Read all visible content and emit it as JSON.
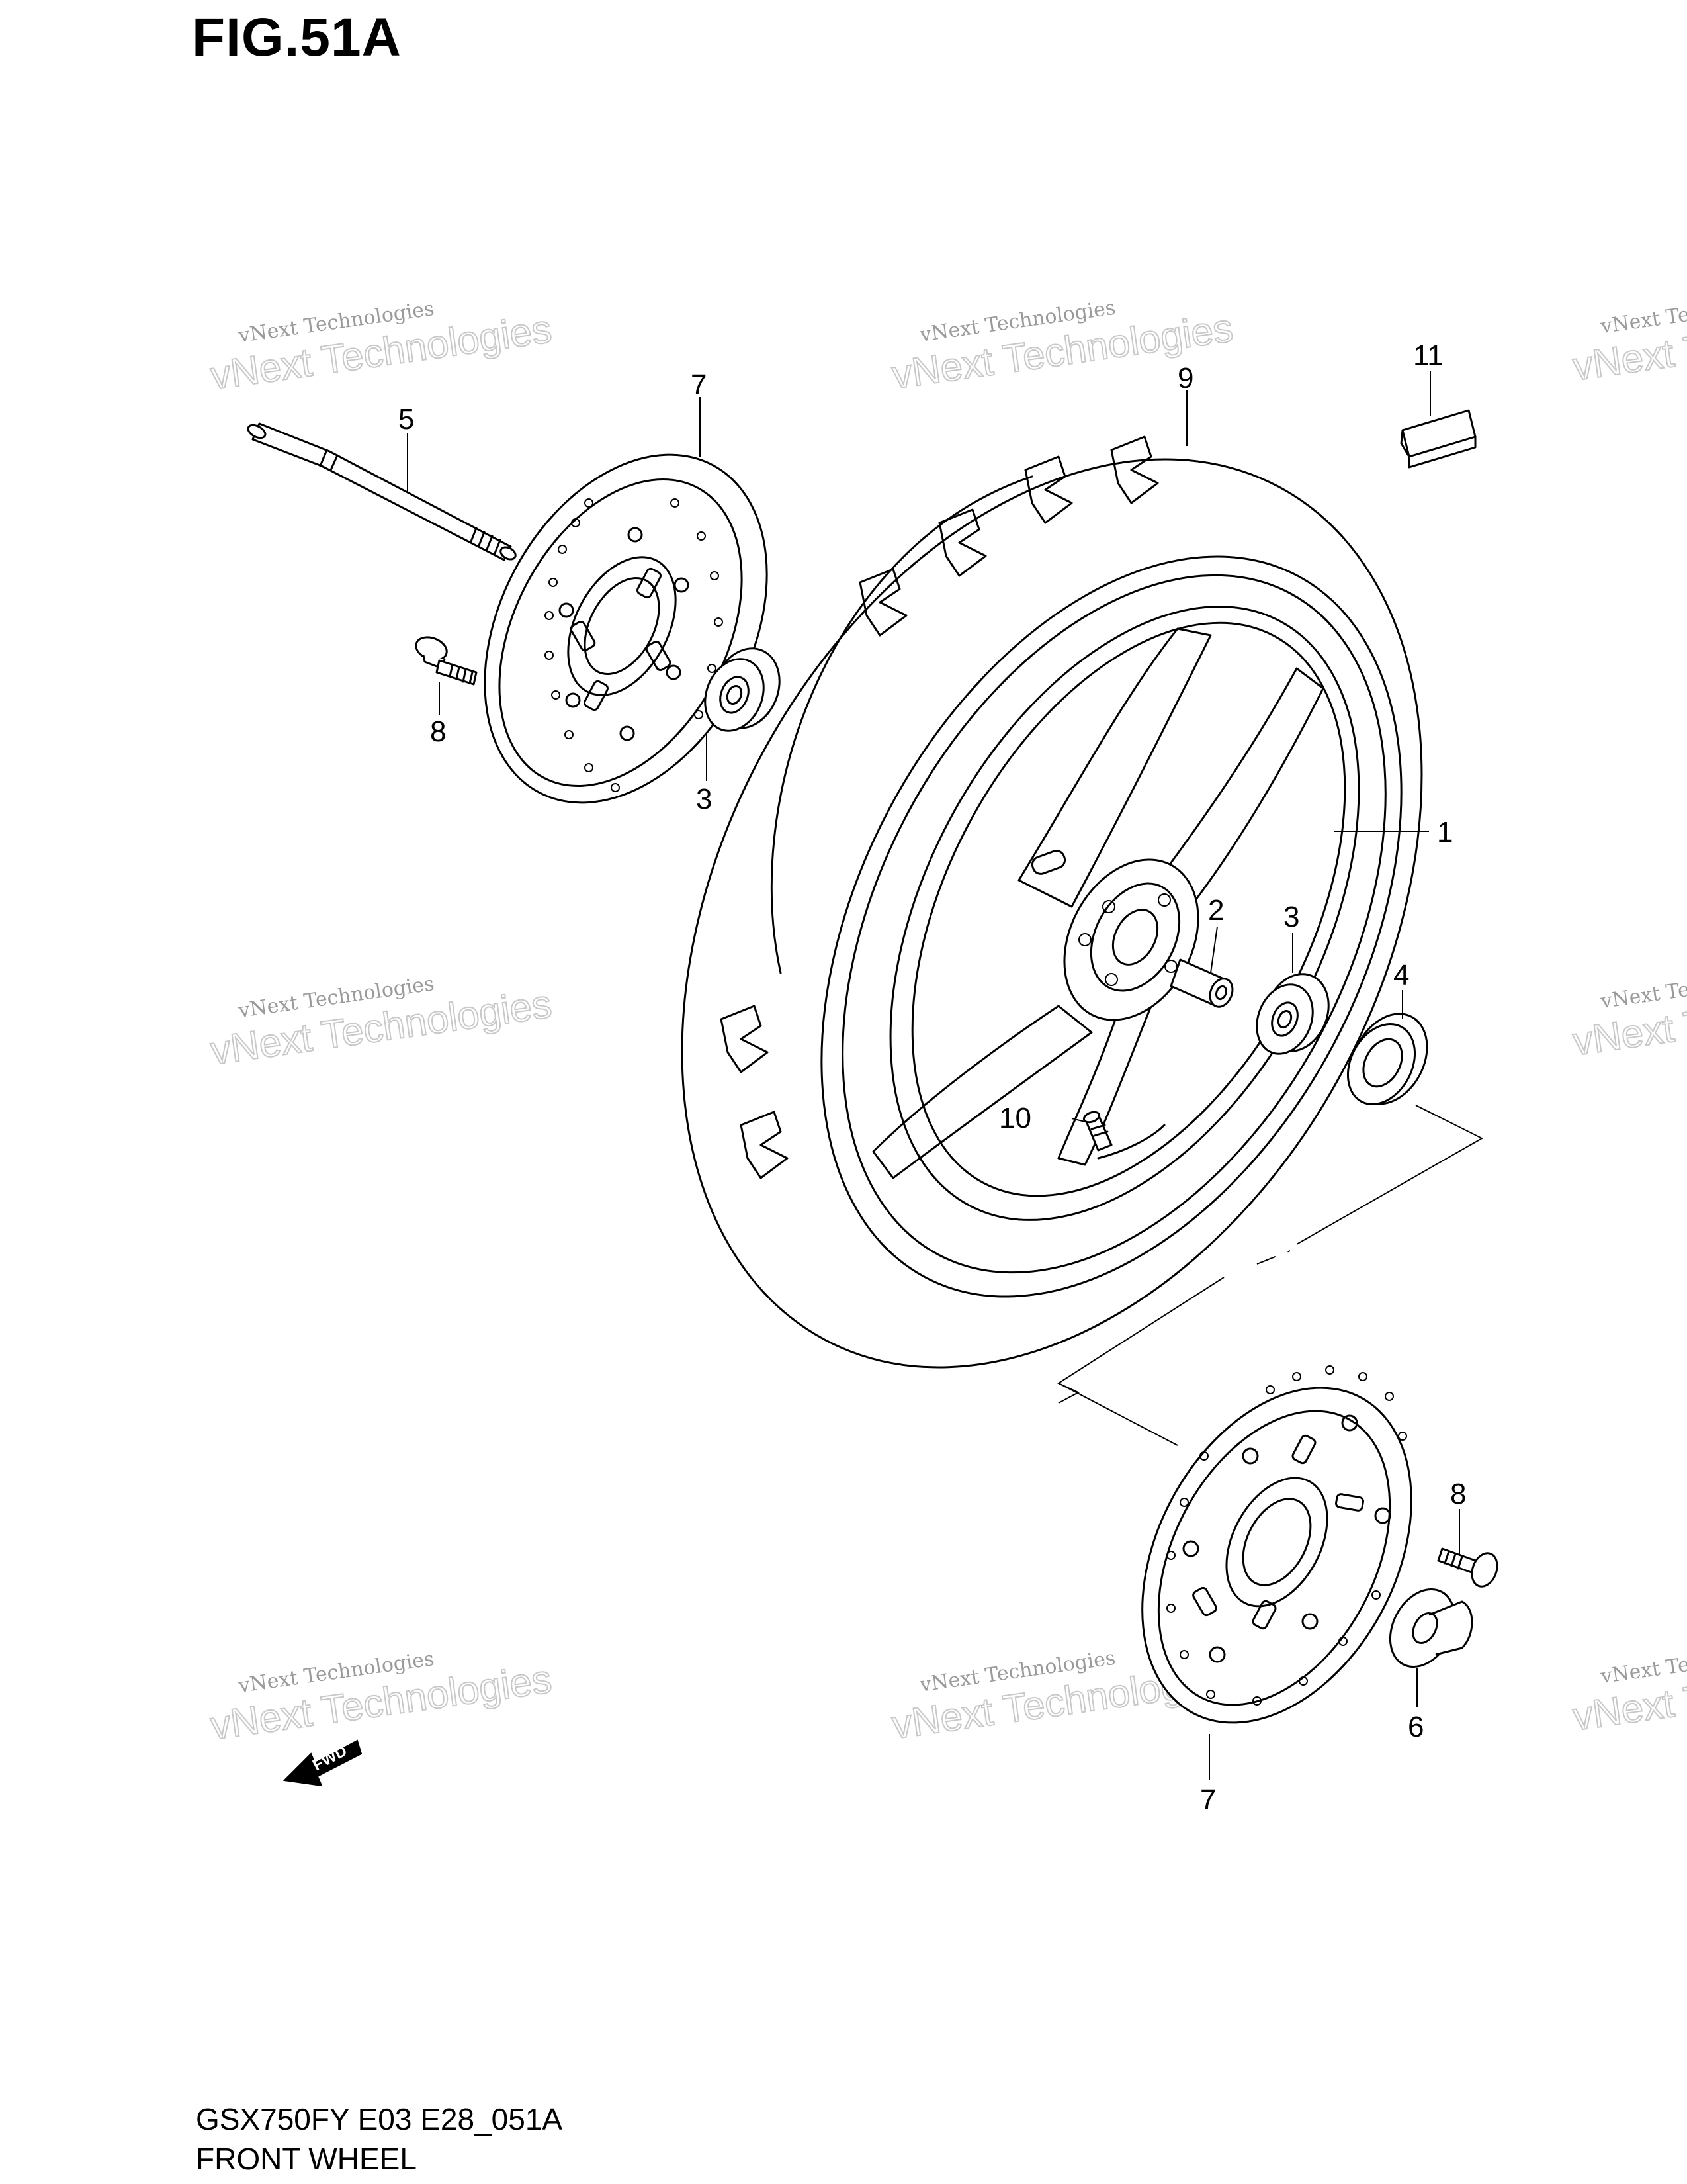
{
  "figure": {
    "title": "FIG.51A",
    "model_code": "GSX750FY E03 E28_051A",
    "section_name": "FRONT WHEEL"
  },
  "watermark": {
    "line1": "vNext Technologies",
    "line2": "vNext Technologies"
  },
  "callouts": {
    "wheel": "1",
    "spacer": "2",
    "bearing_left": "3",
    "bearing_right": "3",
    "dust_seal": "4",
    "axle": "5",
    "collar": "6",
    "disc_top": "7",
    "disc_bottom": "7",
    "bolt_top": "8",
    "bolt_bottom": "8",
    "tire": "9",
    "valve": "10",
    "balancer": "11"
  },
  "fwd_label": "FWD"
}
